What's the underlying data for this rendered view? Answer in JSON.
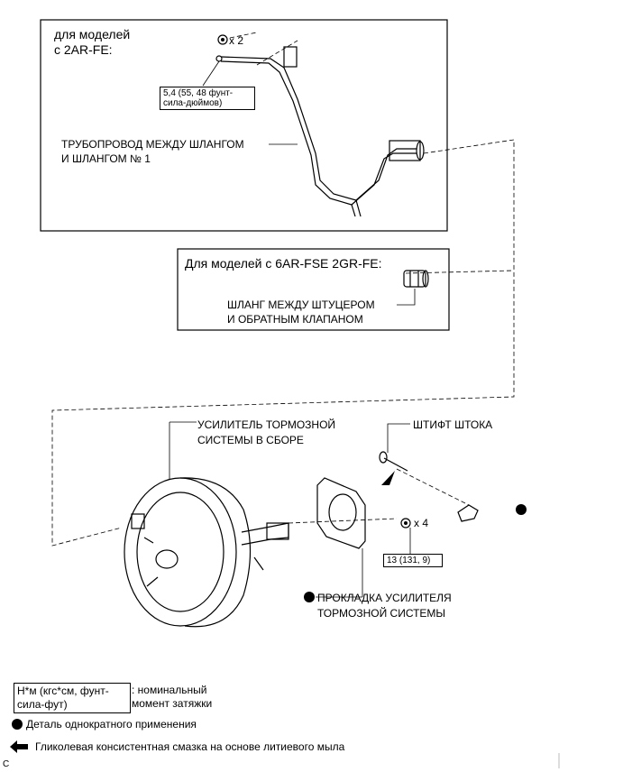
{
  "panel_2ar": {
    "title": "для моделей\nс 2AR-FE:",
    "qty": "x 2",
    "torque": "5,4 (55, 48 фунт-\nсила-дюймов)",
    "pipe_label": "ТРУБОПРОВОД МЕЖДУ ШЛАНГОМ\nИ ШЛАНГОМ № 1"
  },
  "panel_6ar": {
    "title": "Для моделей с 6AR-FSE 2GR-FE:",
    "hose_label": "ШЛАНГ МЕЖДУ ШТУЦЕРОМ\nИ ОБРАТНЫМ КЛАПАНОМ"
  },
  "main": {
    "booster_label": "УСИЛИТЕЛЬ ТОРМОЗНОЙ\nСИСТЕМЫ В СБОРЕ",
    "pin_label": "ШТИФТ ШТОКА",
    "gasket_label": "ПРОКЛАДКА УСИЛИТЕЛЯ\nТОРМОЗНОЙ СИСТЕМЫ",
    "nut_qty": "x 4",
    "nut_torque": "13 (131, 9)"
  },
  "legend": {
    "torque_units": "Н*м (кгс*см, фунт-\nсила-фут)",
    "torque_desc": ": номинальный\nмомент затяжки",
    "non_reusable": "Деталь однократного применения",
    "grease": "Гликолевая консистентная смазка на основе литиевого мыла"
  },
  "figure_id": "C"
}
